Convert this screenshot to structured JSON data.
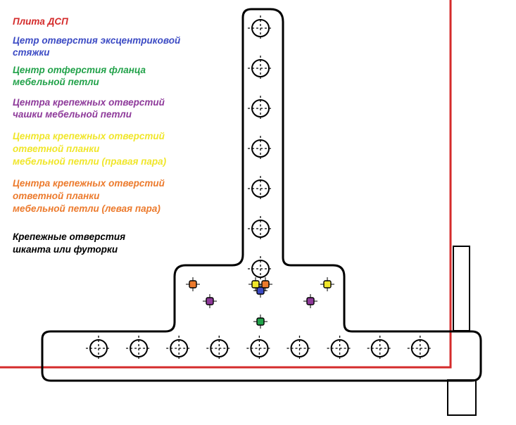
{
  "colors": {
    "board": "#d42b2b",
    "eccentric": "#3c4bc4",
    "flange": "#22a24a",
    "cup": "#8e3a9a",
    "plate_right": "#f0e62a",
    "plate_left": "#ec7a2c",
    "dowel": "#000000"
  },
  "legend": {
    "board": [
      "Плита ДСП"
    ],
    "eccentric": [
      "Цетр отверстия эксцентриковой",
      "стяжки"
    ],
    "flange": [
      "Центр отферстия фланца",
      "мебельной петли"
    ],
    "cup": [
      "Центра крепежных отверстий",
      "чашки мебельной петли"
    ],
    "plate_right": [
      "Центра крепежных отверстий",
      "ответной планки",
      "мебельной петли  (правая пара)"
    ],
    "plate_left": [
      "Центра крепежных отверстий",
      "ответной планки",
      "мебельной петли (левая пара)"
    ],
    "dowel": [
      "Крепежные отверстия",
      "шканта или футорки"
    ]
  },
  "markers": [
    {
      "name": "eccentric-center-marker",
      "kind": "eccentric",
      "icon": "square-dot-icon"
    },
    {
      "name": "flange-center-marker",
      "kind": "flange",
      "icon": "square-dot-icon"
    },
    {
      "name": "cup-hole-left-marker",
      "kind": "cup",
      "icon": "square-dot-icon"
    },
    {
      "name": "cup-hole-right-marker",
      "kind": "cup",
      "icon": "square-dot-icon"
    },
    {
      "name": "plate-hole-right-outer-marker",
      "kind": "plate_right",
      "icon": "square-dot-icon"
    },
    {
      "name": "plate-hole-right-inner-marker",
      "kind": "plate_right",
      "icon": "square-dot-icon"
    },
    {
      "name": "plate-hole-left-outer-marker",
      "kind": "plate_left",
      "icon": "square-dot-icon"
    },
    {
      "name": "plate-hole-left-inner-marker",
      "kind": "plate_left",
      "icon": "square-dot-icon"
    }
  ],
  "dowel_holes": {
    "vertical_count": 7,
    "horizontal_count": 9,
    "icon": "circle-crosshair-icon"
  }
}
